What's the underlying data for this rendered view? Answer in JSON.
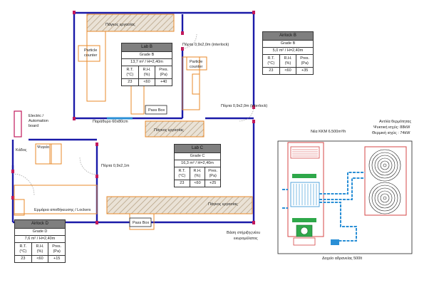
{
  "labels": {
    "bench_top": "Πάγκος εργασίας",
    "bench_middle": "Πάγκος εργασίας",
    "bench_bottom": "Πάγκος εργασίας",
    "particle_counter_left_1": "Particle",
    "particle_counter_left_2": "counter",
    "particle_counter_right_1": "Particle",
    "particle_counter_right_2": "counter",
    "door_interlock_upper": "Πόρτα 0,9x2,0m (interlock)",
    "door_interlock_right": "Πόρτα 0,9x2,0m (interlock)",
    "window": "Παράθυρο 60x80cm",
    "pass_box_upper": "Pass Box",
    "pass_box_lower": "Pass Box",
    "electric_board_1": "Electric /",
    "electric_board_2": "Automation",
    "electric_board_3": "board",
    "bin": "Κάδος",
    "fridge": "Ψυγείο",
    "door_lower": "Πόρτα 0,9x2,1m",
    "lockers": "Ερμάρια αποθήκευσης / Lockers",
    "ahu_title": "Νέα ΚΚΜ 6.500m³/h",
    "heat_pump_1": "Αντλία θερμότητας",
    "heat_pump_2": "Ψυκτική ισχύς: 88kW",
    "heat_pump_3": "Θερμική ισχύς : 74kW",
    "base_1": "Βάση στήριξηςνέου",
    "base_2": "εκυρομέλατος",
    "tank": "Δοχείο αδρανείας 500lt"
  },
  "rooms": {
    "lab_b": {
      "title": "Lab B",
      "grade": "Grade B",
      "area": "13,7 m² / H=2,40m",
      "rt_h": "R.T.\n(°C)",
      "rh_h": "R.H.\n(%)",
      "pres_h": "Pres.\n(Pa)",
      "rt": "23",
      "rh": "<60",
      "pres": "+40"
    },
    "airlock_b": {
      "title": "Airlock B",
      "grade": "Grade B",
      "area": "5,0 m² / H=2,40m",
      "rt_h": "R.T.\n(°C)",
      "rh_h": "R.H.\n(%)",
      "pres_h": "Pres.\n(Pa)",
      "rt": "23",
      "rh": "<60",
      "pres": "+35"
    },
    "lab_c": {
      "title": "Lab C",
      "grade": "Grade C",
      "area": "16,3 m² / H=2,40m",
      "rt_h": "R.T.\n(°C)",
      "rh_h": "R.H.\n(%)",
      "pres_h": "Pres.\n(Pa)",
      "rt": "23",
      "rh": "<60",
      "pres": "+25"
    },
    "airlock_d": {
      "title": "Airlock D",
      "grade": "Grade D",
      "area": "7,6 m² / H=2,40m",
      "rt_h": "R.T.\n(°C)",
      "rh_h": "R.H.\n(%)",
      "pres_h": "Pres.\n(Pa)",
      "rt": "23",
      "rh": "<60",
      "pres": "+15"
    }
  },
  "colors": {
    "wall": "#1a1aa8",
    "furniture": "#e88a2a",
    "hatch": "#c8b49a",
    "ahu_frame": "#d64545",
    "pipe": "#2a8fd6",
    "unit_green": "#2ea84a",
    "header_grey": "#7f7f7f"
  }
}
